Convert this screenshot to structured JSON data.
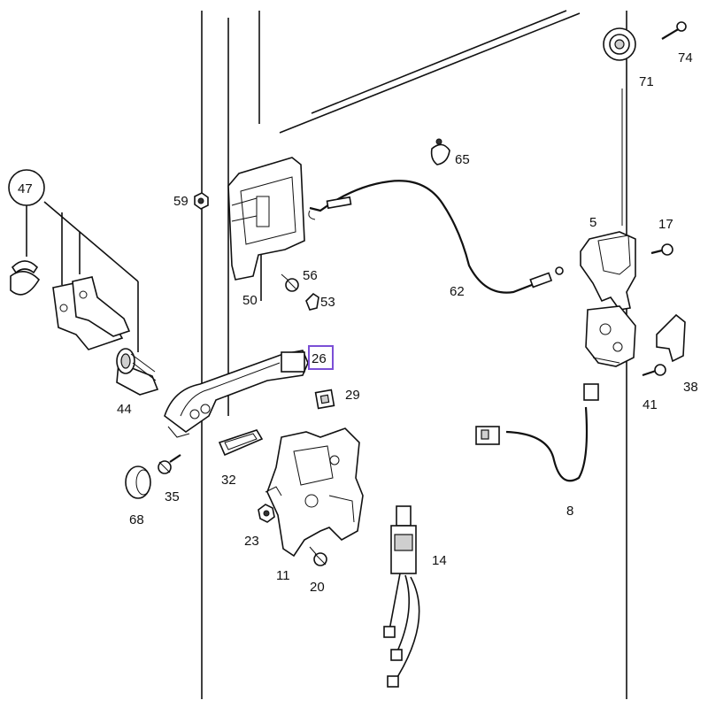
{
  "diagram": {
    "highlighted_part": "26",
    "highlight_color": "#7b4fd6",
    "labels": {
      "p47": "47",
      "p44": "44",
      "p59": "59",
      "p50": "50",
      "p56": "56",
      "p53": "53",
      "p65": "65",
      "p62": "62",
      "p71": "71",
      "p74": "74",
      "p5": "5",
      "p17": "17",
      "p38": "38",
      "p41": "41",
      "p26": "26",
      "p29": "29",
      "p32": "32",
      "p35": "35",
      "p68": "68",
      "p23": "23",
      "p11": "11",
      "p20": "20",
      "p14": "14",
      "p8": "8"
    }
  }
}
